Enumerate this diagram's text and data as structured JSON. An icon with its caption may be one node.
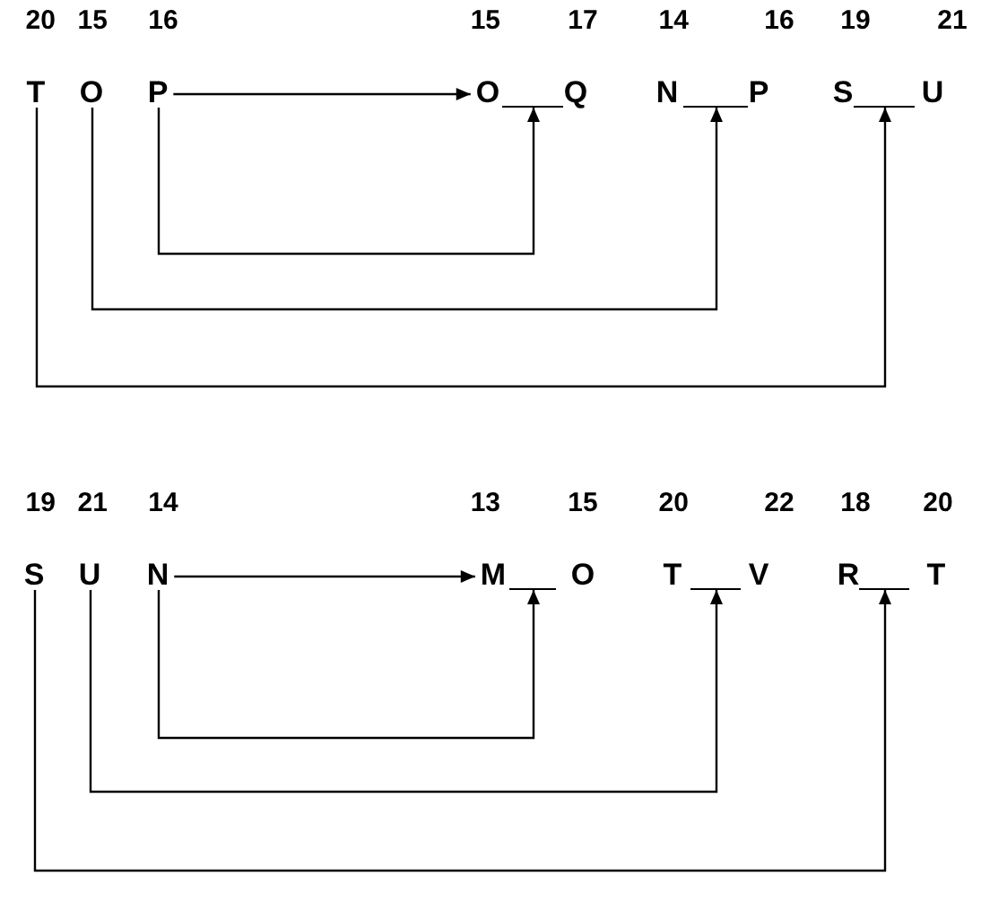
{
  "diagram": {
    "nodes": [
      {
        "text": [
          "T"
        ],
        "beside": [
          "20"
        ]
      },
      {
        "text": [
          "O"
        ],
        "beside": [
          "15"
        ]
      },
      {
        "text": [
          "P"
        ],
        "beside": [
          "16"
        ]
      },
      {
        "text": [
          "O"
        ],
        "beside": [
          "15"
        ]
      },
      {
        "text": [],
        "shape": "line"
      },
      {
        "text": [
          "Q"
        ],
        "beside": [
          "17"
        ]
      },
      {
        "text": [
          "N"
        ],
        "beside": [
          "14"
        ]
      },
      {
        "text": [],
        "shape": "line"
      },
      {
        "text": [
          "P"
        ],
        "beside": [
          "16"
        ]
      },
      {
        "text": [
          "S"
        ],
        "beside": [
          "19"
        ]
      },
      {
        "text": [],
        "shape": "line"
      },
      {
        "text": [
          "U"
        ],
        "beside": [
          "21"
        ]
      },
      {
        "text": [
          "S"
        ],
        "beside": [
          "19"
        ]
      },
      {
        "text": [
          "U"
        ],
        "beside": [
          "21"
        ]
      },
      {
        "text": [
          "N"
        ],
        "beside": [
          "14"
        ]
      },
      {
        "text": [
          "M"
        ],
        "beside": [
          "13"
        ]
      },
      {
        "text": [],
        "shape": "line"
      },
      {
        "text": [
          "O"
        ],
        "beside": [
          "15"
        ]
      },
      {
        "text": [
          "T"
        ],
        "beside": [
          "20"
        ]
      },
      {
        "text": [],
        "shape": "line"
      },
      {
        "text": [
          "V"
        ],
        "beside": [
          "22"
        ]
      },
      {
        "text": [
          "R"
        ],
        "beside": [
          "18"
        ]
      },
      {
        "text": [],
        "shape": "line"
      },
      {
        "text": [
          "T"
        ],
        "beside": [
          "20"
        ]
      }
    ],
    "edges": [
      {
        "from": 2,
        "to": 3,
        "arrow": "to"
      },
      {
        "from": 2,
        "to": 4,
        "arrow": "to"
      },
      {
        "from": 1,
        "to": 7,
        "arrow": "to"
      },
      {
        "from": 0,
        "to": 10,
        "arrow": "to"
      },
      {
        "from": 14,
        "to": 15,
        "arrow": "to"
      },
      {
        "from": 14,
        "to": 16,
        "arrow": "to"
      },
      {
        "from": 13,
        "to": 19,
        "arrow": "to"
      },
      {
        "from": 12,
        "to": 22,
        "arrow": "to"
      }
    ]
  }
}
